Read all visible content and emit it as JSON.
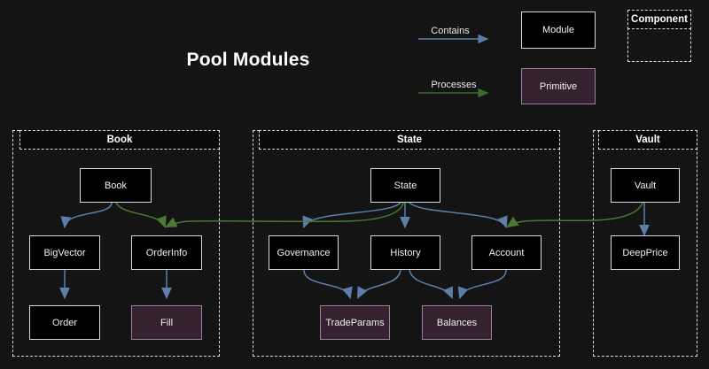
{
  "diagram": {
    "title": "Pool Modules",
    "background_color": "#141414"
  },
  "legend": {
    "edges": [
      {
        "label": "Contains",
        "color": "#5b7fa8",
        "name": "contains"
      },
      {
        "label": "Processes",
        "color": "#3c6b2c",
        "name": "processes"
      }
    ],
    "nodes": [
      {
        "label": "Module",
        "kind": "module",
        "fill": "#000000",
        "border": "#d8d8d8"
      },
      {
        "label": "Primitive",
        "kind": "primitive",
        "fill": "#34222f",
        "border": "#9d7e9d"
      }
    ],
    "component": {
      "label": "Component"
    }
  },
  "clusters": [
    {
      "label": "Book",
      "name": "book"
    },
    {
      "label": "State",
      "name": "state"
    },
    {
      "label": "Vault",
      "name": "vault"
    }
  ],
  "nodes": [
    {
      "id": "book",
      "label": "Book",
      "kind": "module",
      "cluster": "book"
    },
    {
      "id": "bigvector",
      "label": "BigVector",
      "kind": "module",
      "cluster": "book"
    },
    {
      "id": "orderinfo",
      "label": "OrderInfo",
      "kind": "module",
      "cluster": "book"
    },
    {
      "id": "order",
      "label": "Order",
      "kind": "module",
      "cluster": "book"
    },
    {
      "id": "fill",
      "label": "Fill",
      "kind": "primitive",
      "cluster": "book"
    },
    {
      "id": "state",
      "label": "State",
      "kind": "module",
      "cluster": "state"
    },
    {
      "id": "governance",
      "label": "Governance",
      "kind": "module",
      "cluster": "state"
    },
    {
      "id": "history",
      "label": "History",
      "kind": "module",
      "cluster": "state"
    },
    {
      "id": "account",
      "label": "Account",
      "kind": "module",
      "cluster": "state"
    },
    {
      "id": "tradeparams",
      "label": "TradeParams",
      "kind": "primitive",
      "cluster": "state"
    },
    {
      "id": "balances",
      "label": "Balances",
      "kind": "primitive",
      "cluster": "state"
    },
    {
      "id": "vault",
      "label": "Vault",
      "kind": "module",
      "cluster": "vault"
    },
    {
      "id": "deepprice",
      "label": "DeepPrice",
      "kind": "module",
      "cluster": "vault"
    }
  ],
  "edges": [
    {
      "from": "book",
      "to": "bigvector",
      "type": "Contains"
    },
    {
      "from": "book",
      "to": "orderinfo",
      "type": "Contains"
    },
    {
      "from": "bigvector",
      "to": "order",
      "type": "Contains"
    },
    {
      "from": "orderinfo",
      "to": "fill",
      "type": "Contains"
    },
    {
      "from": "state",
      "to": "governance",
      "type": "Contains"
    },
    {
      "from": "state",
      "to": "history",
      "type": "Contains"
    },
    {
      "from": "state",
      "to": "account",
      "type": "Contains"
    },
    {
      "from": "governance",
      "to": "tradeparams",
      "type": "Contains"
    },
    {
      "from": "history",
      "to": "tradeparams",
      "type": "Contains"
    },
    {
      "from": "history",
      "to": "balances",
      "type": "Contains"
    },
    {
      "from": "account",
      "to": "balances",
      "type": "Contains"
    },
    {
      "from": "vault",
      "to": "deepprice",
      "type": "Contains"
    },
    {
      "from": "state",
      "to": "orderinfo",
      "type": "Processes"
    },
    {
      "from": "vault",
      "to": "account",
      "type": "Processes"
    }
  ]
}
